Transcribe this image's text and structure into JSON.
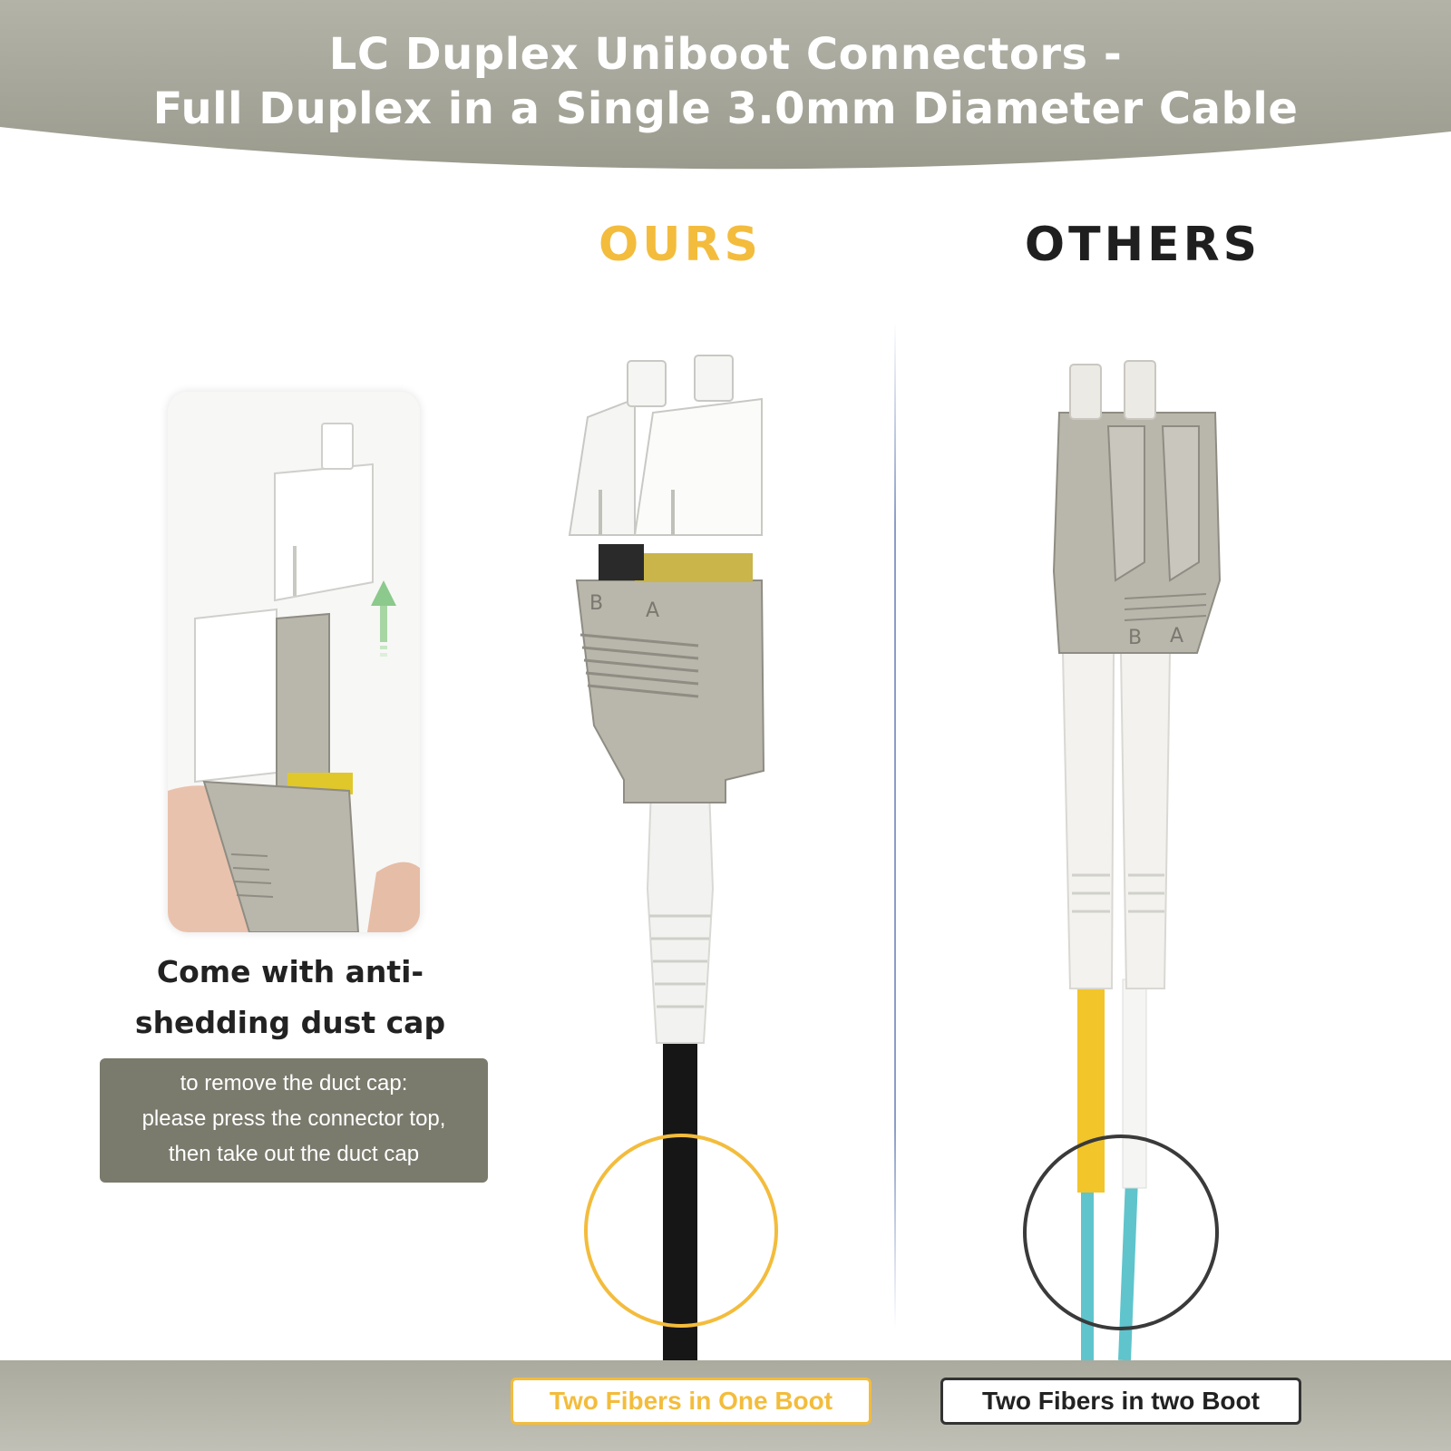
{
  "banner": {
    "title_line1": "LC Duplex Uniboot Connectors -",
    "title_line2": "Full Duplex in a Single 3.0mm Diameter Cable"
  },
  "columns": {
    "ours_label": "OURS",
    "others_label": "OTHERS"
  },
  "inset": {
    "caption_line1": "Come with anti-",
    "caption_line2": "shedding dust cap",
    "note_line1": "to remove the duct cap:",
    "note_line2": "please press the connector top,",
    "note_line3": "then take out the duct cap"
  },
  "connector_labels": {
    "ours_b": "B",
    "ours_a": "A",
    "others_b": "B",
    "others_a": "A"
  },
  "footer": {
    "ours_badge": "Two Fibers in One Boot",
    "others_badge": "Two Fibers in two Boot"
  },
  "colors": {
    "accent": "#f3bc3c",
    "banner": "#a3a396",
    "note_bg": "#7a7a6d",
    "connector_gray": "#b9b7ac",
    "aqua_fiber": "#5fc4cc"
  }
}
